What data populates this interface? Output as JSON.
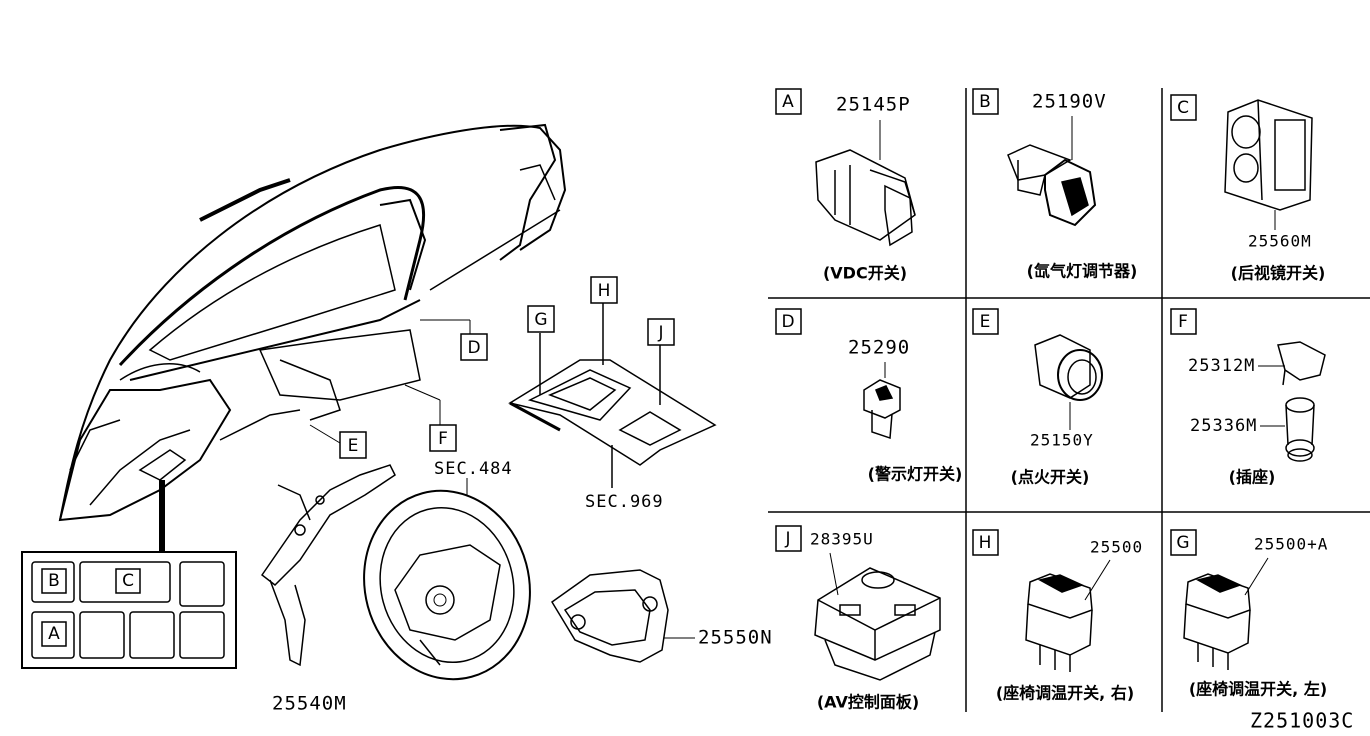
{
  "overview": {
    "callouts": [
      "D",
      "E",
      "F",
      "G",
      "H",
      "J"
    ],
    "sec_labels": [
      "SEC.484",
      "SEC.969"
    ],
    "part_numbers": [
      "25540M",
      "25550N"
    ],
    "switch_panel": [
      "B",
      "C",
      "A"
    ]
  },
  "panels": [
    {
      "letter": "A",
      "part": "25145P",
      "caption": "(VDC开关)"
    },
    {
      "letter": "B",
      "part": "25190V",
      "caption": "(氙气灯调节器)"
    },
    {
      "letter": "C",
      "part": "25560M",
      "caption": "(后视镜开关)"
    },
    {
      "letter": "D",
      "part": "25290",
      "caption": "(警示灯开关)"
    },
    {
      "letter": "E",
      "part": "25150Y",
      "caption": "(点火开关)"
    },
    {
      "letter": "F",
      "parts": [
        "25312M",
        "25336M"
      ],
      "caption": "(插座)"
    },
    {
      "letter": "J",
      "part": "28395U",
      "caption": "(AV控制面板)"
    },
    {
      "letter": "H",
      "part": "25500",
      "caption": "(座椅调温开关, 右)"
    },
    {
      "letter": "G",
      "part": "25500+A",
      "caption": "(座椅调温开关, 左)"
    }
  ],
  "diagram_code": "Z251003C"
}
